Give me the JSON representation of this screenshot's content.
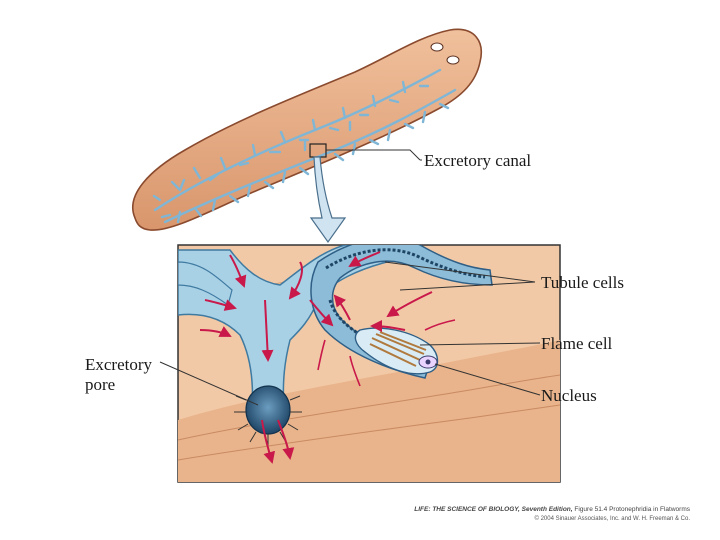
{
  "labels": {
    "excretory_canal": "Excretory canal",
    "tubule_cells": "Tubule cells",
    "flame_cell": "Flame cell",
    "nucleus": "Nucleus",
    "excretory_pore_line1": "Excretory",
    "excretory_pore_line2": "pore"
  },
  "credit": {
    "book": "LIFE: THE SCIENCE OF BIOLOGY, Seventh Edition,",
    "figure": " Figure 51.4 Protonephridia in Flatworms",
    "copyright": "© 2004 Sinauer Associates, Inc. and W. H. Freeman & Co."
  },
  "colors": {
    "worm_body": "#e9b089",
    "worm_outline": "#8a4a2e",
    "canal_blue": "#8fc3dd",
    "tissue_bg": "#f2c9a6",
    "tubule_dark": "#2f5f86",
    "flow_arrows": "#c9184a"
  }
}
